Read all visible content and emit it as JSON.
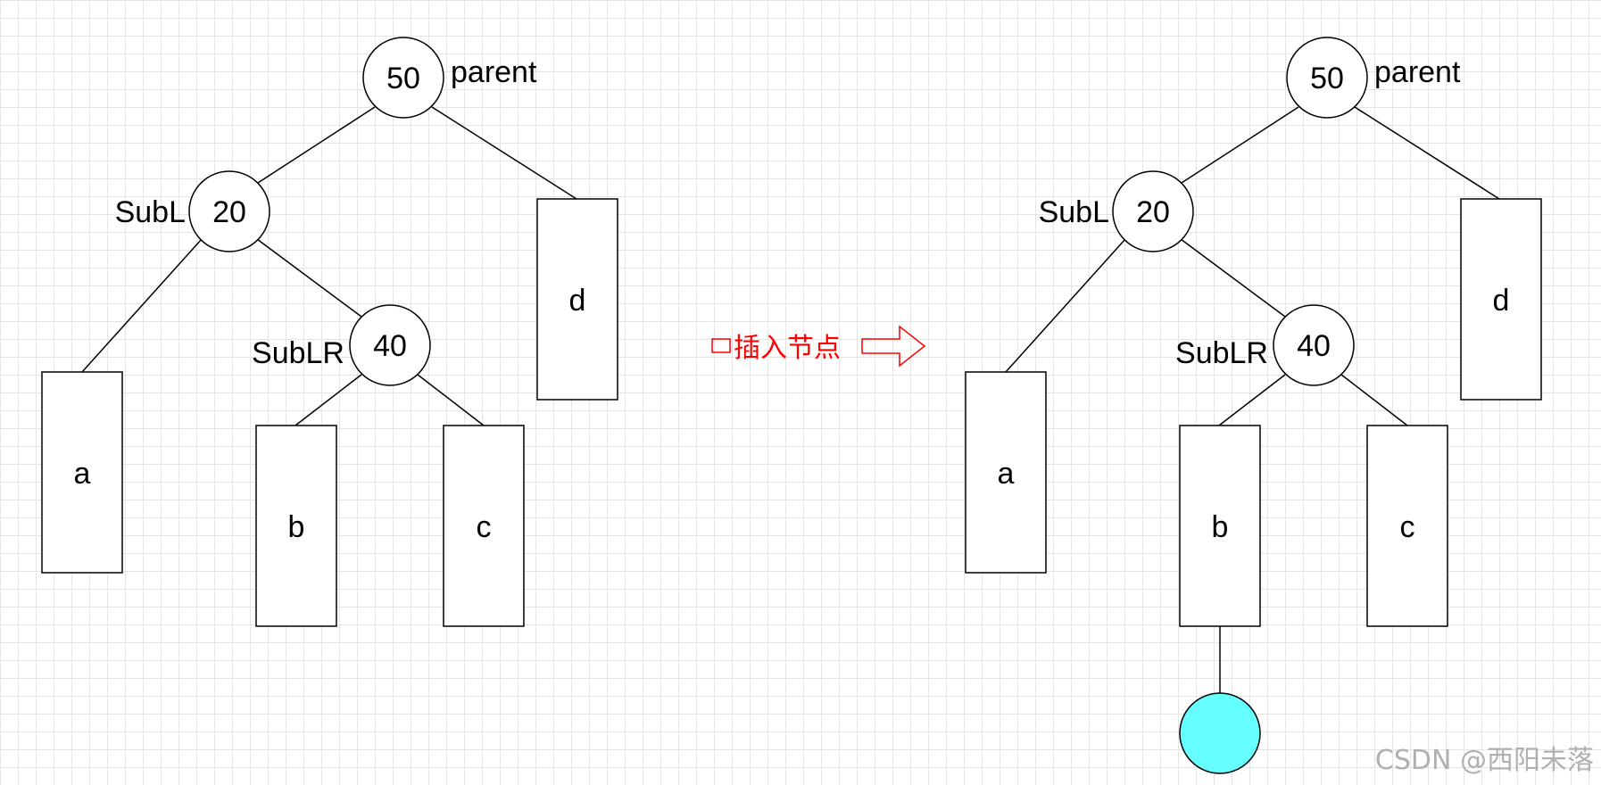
{
  "before": {
    "root": {
      "value": "50",
      "label": "parent"
    },
    "subl": {
      "value": "20",
      "label": "SubL"
    },
    "sublr": {
      "value": "40",
      "label": "SubLR"
    },
    "subtrees": {
      "a": "a",
      "b": "b",
      "c": "c",
      "d": "d"
    }
  },
  "transition": {
    "text": "插入节点"
  },
  "after": {
    "root": {
      "value": "50",
      "label": "parent"
    },
    "subl": {
      "value": "20",
      "label": "SubL"
    },
    "sublr": {
      "value": "40",
      "label": "SubLR"
    },
    "subtrees": {
      "a": "a",
      "b": "b",
      "c": "c",
      "d": "d"
    },
    "new_node_color": "#66ffff"
  },
  "watermark": "CSDN @西阳未落"
}
